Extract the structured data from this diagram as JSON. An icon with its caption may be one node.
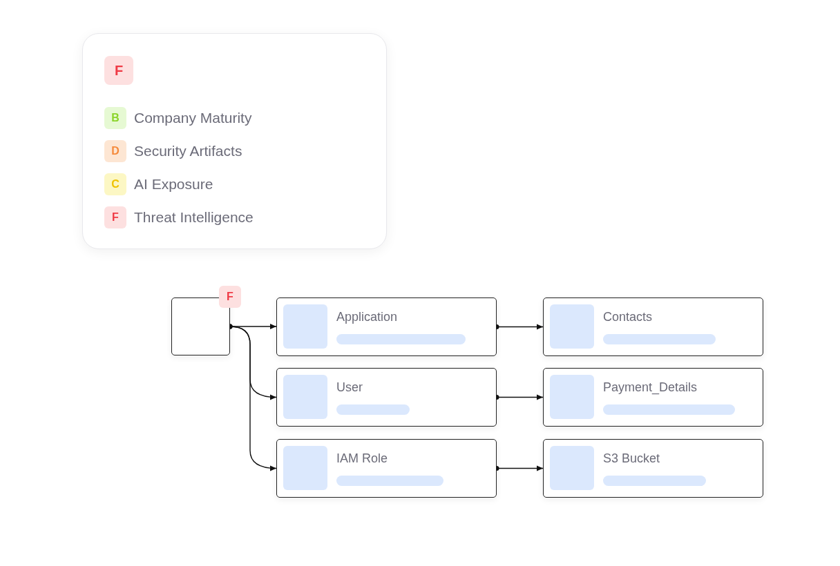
{
  "diagram": {
    "nodes": [
      {
        "text": [],
        "shape": "box",
        "beside": [
          "F"
        ]
      },
      {
        "text": [
          "Application"
        ]
      },
      {
        "text": [
          "User"
        ]
      },
      {
        "text": [
          "IAM Role"
        ]
      },
      {
        "text": [
          "Contacts"
        ]
      },
      {
        "text": [
          "Payment_Details"
        ]
      },
      {
        "text": [
          "S3 Bucket"
        ]
      }
    ],
    "edges": [
      {
        "from": 0,
        "to": 1,
        "arrow": "to"
      },
      {
        "from": 0,
        "to": 2,
        "arrow": "to"
      },
      {
        "from": 0,
        "to": 3,
        "arrow": "to"
      },
      {
        "from": 1,
        "to": 4,
        "arrow": "to"
      },
      {
        "from": 2,
        "to": 5,
        "arrow": "to"
      },
      {
        "from": 3,
        "to": 6,
        "arrow": "to"
      }
    ],
    "labels": [
      "F",
      "B",
      "Company Maturity",
      "D",
      "Security Artifacts",
      "C",
      "AI Exposure",
      "F",
      "Threat Intelligence"
    ]
  }
}
